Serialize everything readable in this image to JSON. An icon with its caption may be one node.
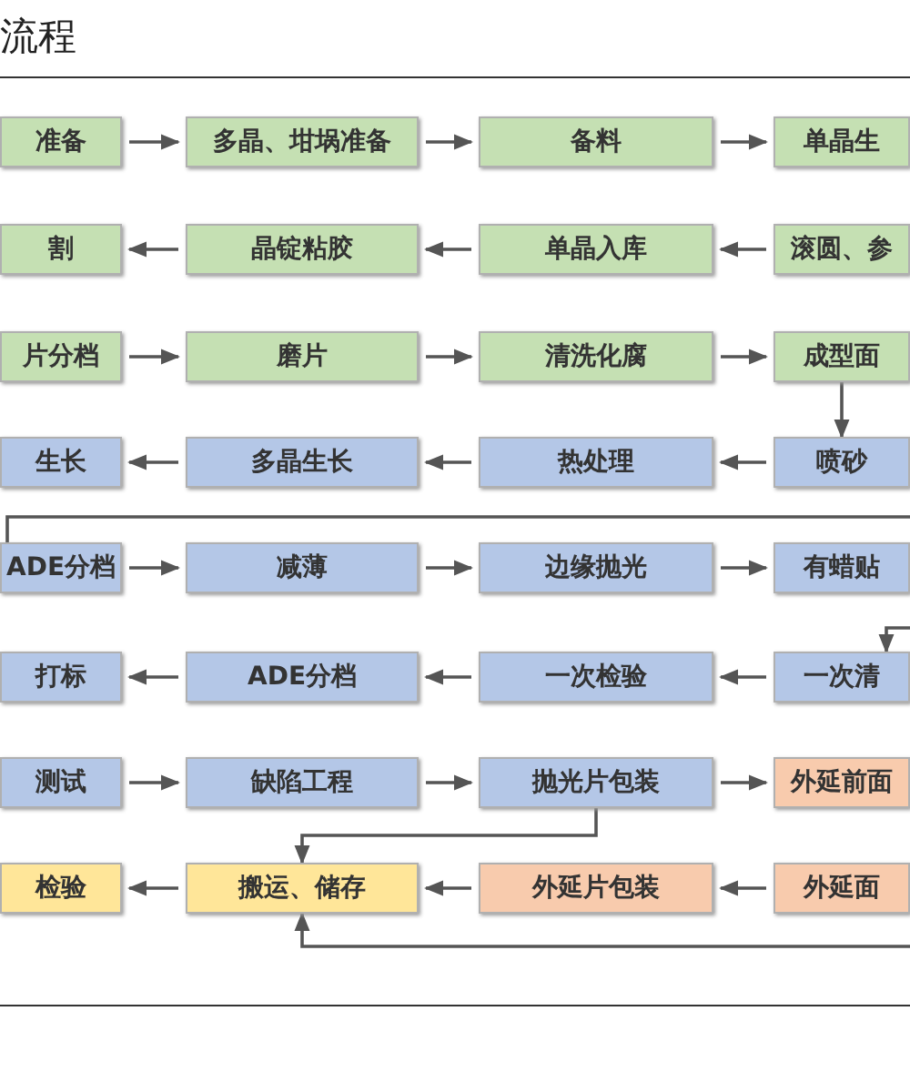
{
  "diagram": {
    "title": "流程",
    "nodes": [
      {
        "text": [
          "准备"
        ]
      },
      {
        "text": [
          "多晶、坩埚准备"
        ]
      },
      {
        "text": [
          "备料"
        ]
      },
      {
        "text": [
          "单晶生"
        ]
      },
      {
        "text": [
          "割"
        ]
      },
      {
        "text": [
          "晶锭粘胶"
        ]
      },
      {
        "text": [
          "单晶入库"
        ]
      },
      {
        "text": [
          "滚圆、参"
        ]
      },
      {
        "text": [
          "片分档"
        ]
      },
      {
        "text": [
          "磨片"
        ]
      },
      {
        "text": [
          "清洗化腐"
        ]
      },
      {
        "text": [
          "成型面"
        ]
      },
      {
        "text": [
          "生长"
        ]
      },
      {
        "text": [
          "多晶生长"
        ]
      },
      {
        "text": [
          "热处理"
        ]
      },
      {
        "text": [
          "喷砂"
        ]
      },
      {
        "text": [
          "ADE分档"
        ]
      },
      {
        "text": [
          "减薄"
        ]
      },
      {
        "text": [
          "边缘抛光"
        ]
      },
      {
        "text": [
          "有蜡贴"
        ]
      },
      {
        "text": [
          "打标"
        ]
      },
      {
        "text": [
          "ADE分档"
        ]
      },
      {
        "text": [
          "一次检验"
        ]
      },
      {
        "text": [
          "一次清"
        ]
      },
      {
        "text": [
          "测试"
        ]
      },
      {
        "text": [
          "缺陷工程"
        ]
      },
      {
        "text": [
          "抛光片包装"
        ]
      },
      {
        "text": [
          "外延前面"
        ]
      },
      {
        "text": [
          "检验"
        ]
      },
      {
        "text": [
          "搬运、储存"
        ]
      },
      {
        "text": [
          "外延片包装"
        ]
      },
      {
        "text": [
          "外延面"
        ]
      }
    ],
    "edges": [
      {
        "from": 0,
        "to": 1,
        "arrow": "to"
      },
      {
        "from": 1,
        "to": 2,
        "arrow": "to"
      },
      {
        "from": 2,
        "to": 3,
        "arrow": "to"
      },
      {
        "from": 7,
        "to": 6,
        "arrow": "to"
      },
      {
        "from": 6,
        "to": 5,
        "arrow": "to"
      },
      {
        "from": 5,
        "to": 4,
        "arrow": "to"
      },
      {
        "from": 8,
        "to": 9,
        "arrow": "to"
      },
      {
        "from": 9,
        "to": 10,
        "arrow": "to"
      },
      {
        "from": 10,
        "to": 11,
        "arrow": "to"
      },
      {
        "from": 11,
        "to": 15,
        "arrow": "to"
      },
      {
        "from": 15,
        "to": 14,
        "arrow": "to"
      },
      {
        "from": 14,
        "to": 13,
        "arrow": "to"
      },
      {
        "from": 13,
        "to": 12,
        "arrow": "to"
      },
      {
        "from": null,
        "to": 16,
        "arrow": "none"
      },
      {
        "from": 16,
        "to": 17,
        "arrow": "to"
      },
      {
        "from": 17,
        "to": 18,
        "arrow": "to"
      },
      {
        "from": 18,
        "to": 19,
        "arrow": "to"
      },
      {
        "from": null,
        "to": 23,
        "arrow": "to"
      },
      {
        "from": 23,
        "to": 22,
        "arrow": "to"
      },
      {
        "from": 22,
        "to": 21,
        "arrow": "to"
      },
      {
        "from": 21,
        "to": 20,
        "arrow": "to"
      },
      {
        "from": 24,
        "to": 25,
        "arrow": "to"
      },
      {
        "from": 25,
        "to": 26,
        "arrow": "to"
      },
      {
        "from": 26,
        "to": 27,
        "arrow": "to"
      },
      {
        "from": 26,
        "to": 29,
        "arrow": "to"
      },
      {
        "from": 31,
        "to": 30,
        "arrow": "to"
      },
      {
        "from": 30,
        "to": 29,
        "arrow": "to"
      },
      {
        "from": 29,
        "to": 28,
        "arrow": "to"
      },
      {
        "from": null,
        "to": 29,
        "arrow": "to"
      }
    ]
  }
}
